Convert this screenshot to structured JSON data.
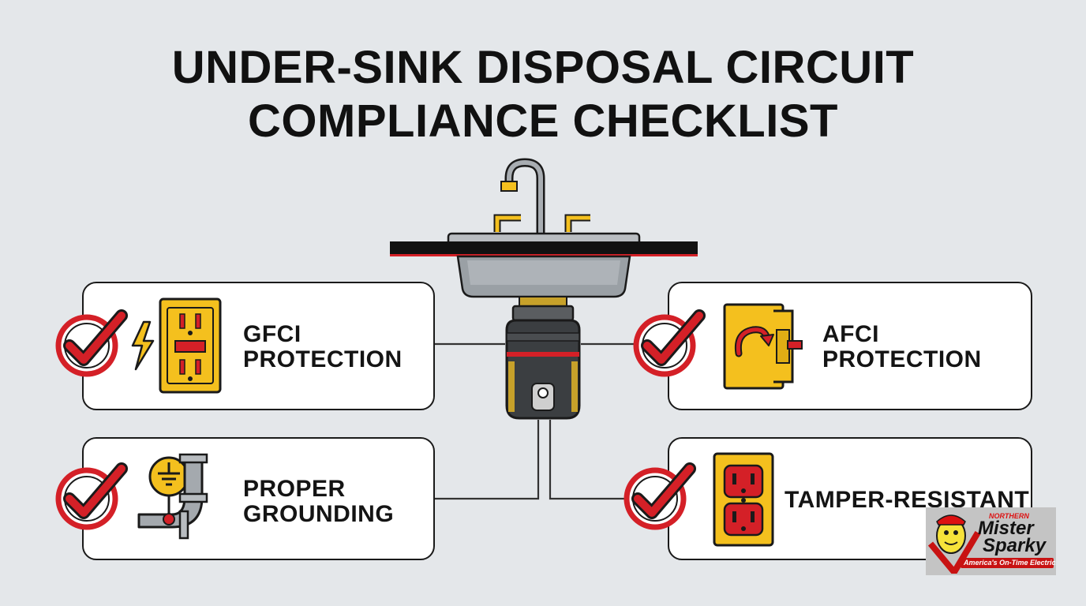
{
  "title": {
    "line1": "UNDER-SINK DISPOSAL CIRCUIT",
    "line2": "COMPLIANCE CHECKLIST"
  },
  "checklist": [
    {
      "label_line1": "GFCI",
      "label_line2": "PROTECTION",
      "icon": "gfci-outlet-icon"
    },
    {
      "label_line1": "AFCI",
      "label_line2": "PROTECTION",
      "icon": "afci-breaker-icon"
    },
    {
      "label_line1": "PROPER",
      "label_line2": "GROUNDING",
      "icon": "ground-pipe-icon"
    },
    {
      "label_line1": "TAMPER-RESISTANT",
      "label_line2": "",
      "icon": "tamper-resistant-outlet-icon"
    }
  ],
  "logo": {
    "small": "NORTHERN",
    "name_line1": "Mister",
    "name_line2": "Sparky",
    "tagline": "America's On-Time Electrician"
  },
  "colors": {
    "background": "#e4e7ea",
    "check_red": "#d42027",
    "accent_yellow": "#f4c01e",
    "outline": "#1a1a1a"
  }
}
